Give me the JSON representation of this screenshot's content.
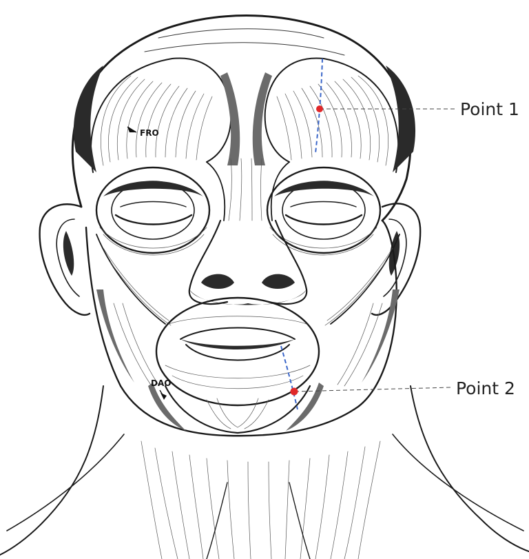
{
  "annotations": {
    "muscle_labels": [
      {
        "id": "fro",
        "text": "FRO"
      },
      {
        "id": "dao",
        "text": "DAO"
      }
    ],
    "points": [
      {
        "id": "point-1",
        "label": "Point 1",
        "color": "#e0282a"
      },
      {
        "id": "point-2",
        "label": "Point 2",
        "color": "#e0282a"
      }
    ],
    "guide_line_color": "#3a66c9",
    "leader_line_color": "#444444"
  }
}
